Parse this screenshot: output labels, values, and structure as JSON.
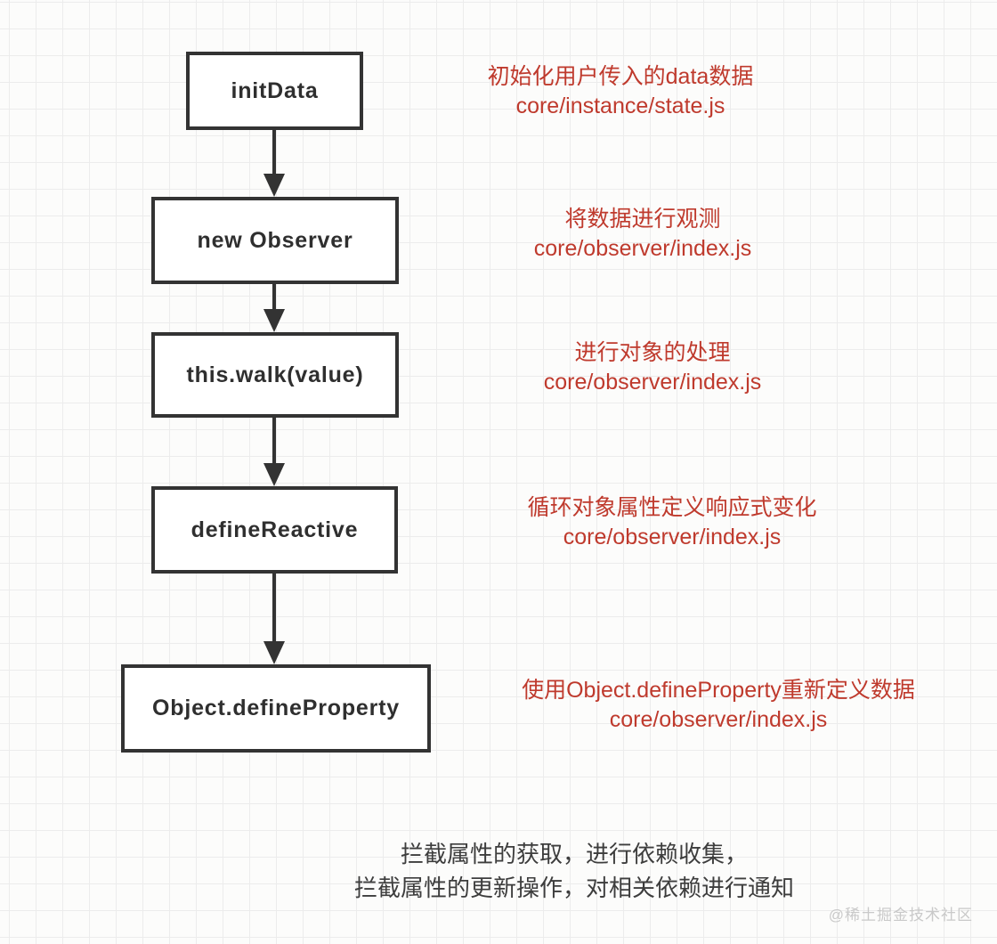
{
  "flowchart": {
    "nodes": [
      {
        "label": "initData",
        "annotation_line1": "初始化用户传入的data数据",
        "annotation_line2": "core/instance/state.js"
      },
      {
        "label": "new Observer",
        "annotation_line1": "将数据进行观测",
        "annotation_line2": "core/observer/index.js"
      },
      {
        "label": "this.walk(value)",
        "annotation_line1": "进行对象的处理",
        "annotation_line2": "core/observer/index.js"
      },
      {
        "label": "defineReactive",
        "annotation_line1": "循环对象属性定义响应式变化",
        "annotation_line2": "core/observer/index.js"
      },
      {
        "label": "Object.defineProperty",
        "annotation_line1": "使用Object.defineProperty重新定义数据",
        "annotation_line2": "core/observer/index.js"
      }
    ],
    "footnote_line1": "拦截属性的获取，进行依赖收集，",
    "footnote_line2": "拦截属性的更新操作，对相关依赖进行通知"
  },
  "watermark": "@稀土掘金技术社区",
  "colors": {
    "box_border": "#333333",
    "box_text": "#2f2f2f",
    "annotation_red": "#bf3a2d",
    "footnote_text": "#3d3d3d",
    "watermark_gray": "#c9c9c9",
    "grid_line": "#ececec",
    "background": "#fcfcfb"
  }
}
